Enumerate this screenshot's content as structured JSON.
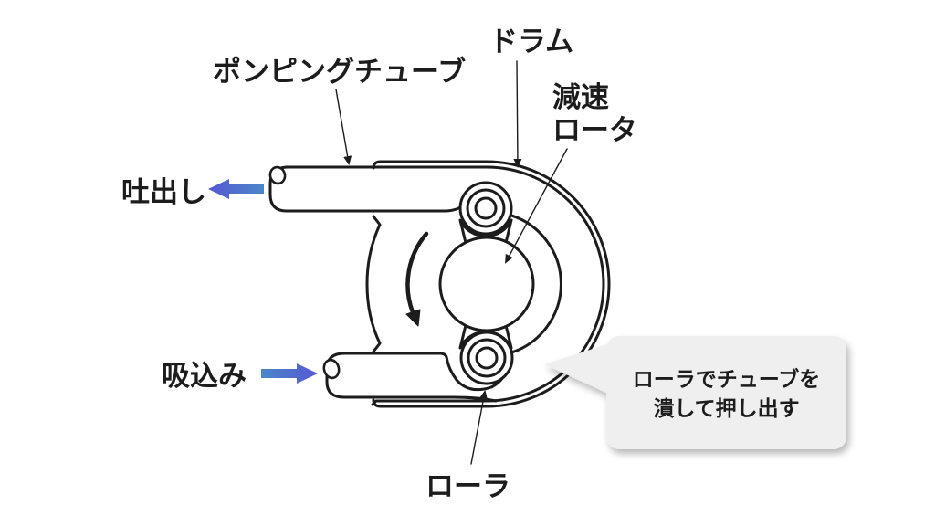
{
  "diagram": {
    "labels": {
      "pumping_tube": "ポンピングチューブ",
      "drum": "ドラム",
      "reduction_rotor": [
        "減速",
        "ロータ"
      ],
      "discharge": "吐出し",
      "suction": "吸込み",
      "roller": "ローラ"
    },
    "callout": {
      "lines": [
        "ローラでチューブを",
        "潰して押し出す"
      ]
    },
    "colors": {
      "line": "#1c1c1c",
      "arrow_blue": "#4b87c8",
      "arrow_indigo": "#5658d4",
      "callout_bg": "#efefef"
    }
  }
}
